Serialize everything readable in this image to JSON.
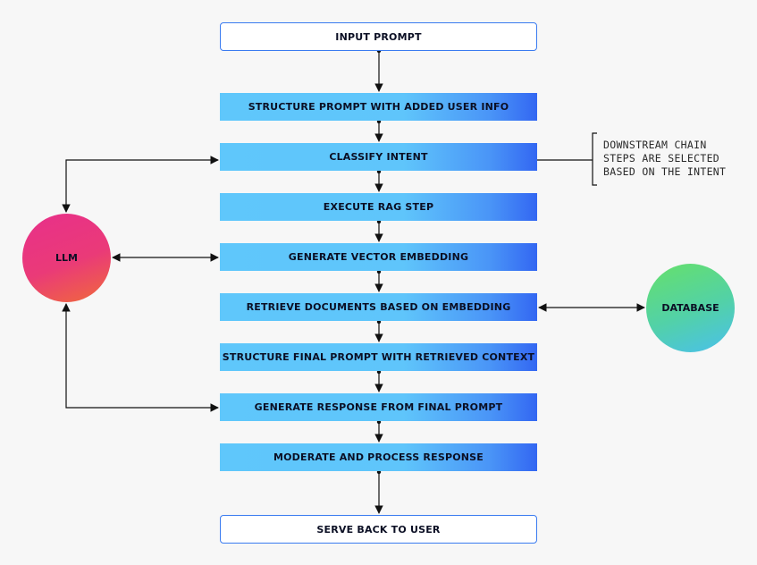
{
  "steps": {
    "input": "INPUT PROMPT",
    "structure_prompt": "STRUCTURE PROMPT WITH ADDED USER INFO",
    "classify_intent": "CLASSIFY INTENT",
    "execute_rag": "EXECUTE RAG STEP",
    "generate_embedding": "GENERATE VECTOR EMBEDDING",
    "retrieve_documents": "RETRIEVE DOCUMENTS BASED ON EMBEDDING",
    "structure_final": "STRUCTURE FINAL PROMPT WITH RETRIEVED CONTEXT",
    "generate_response": "GENERATE RESPONSE FROM FINAL PROMPT",
    "moderate": "MODERATE AND PROCESS RESPONSE",
    "serve": "SERVE BACK TO USER"
  },
  "nodes": {
    "llm": "LLM",
    "database": "DATABASE"
  },
  "annotation": {
    "line1": "DOWNSTREAM CHAIN",
    "line2": "STEPS ARE SELECTED",
    "line3": "BASED ON THE INTENT"
  },
  "colors": {
    "step_light": "#5fc7fb",
    "step_dark": "#3367f2",
    "outline": "#3a7bf0",
    "llm": "#e8308a",
    "database": "#66e06a"
  }
}
